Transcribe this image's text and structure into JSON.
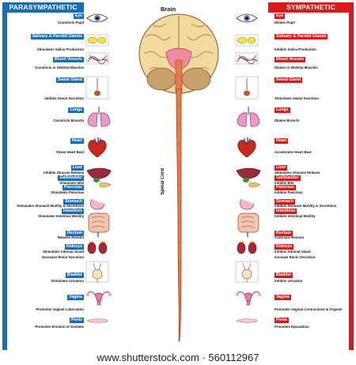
{
  "panels": {
    "left_title": "PARASYMPATHETIC",
    "right_title": "SYMPATHETIC",
    "left_color": "#1a6db3",
    "right_color": "#d81a1a"
  },
  "center": {
    "brain_label": "Brain",
    "spinal_label": "Spinal Cord"
  },
  "parasympathetic": [
    {
      "tag": "Eye",
      "desc": "Constricts Pupil"
    },
    {
      "tag": "Salivary & Parotid Glands",
      "desc": "Stimulates Saliva Production"
    },
    {
      "tag": "Blood Vessels",
      "desc": "Constricts in Skeletal Muscles"
    },
    {
      "tag": "Sweat Gland",
      "desc": "Inhibits Sweat Secretion"
    },
    {
      "tag": "Lungs",
      "desc": "Constricts Bronchi"
    },
    {
      "tag": "Heart",
      "desc": "Slows Heart Beat"
    },
    {
      "tag": "Liver",
      "desc": "Inhibits Glucose Release"
    },
    {
      "tag": "Gallbladder",
      "desc": "Stimulates Bile"
    },
    {
      "tag": "Pancreas",
      "desc": "Stimulates Pancreas"
    },
    {
      "tag": "Stomach",
      "desc": "Stimulates Stomach Motility & Secretions"
    },
    {
      "tag": "Intestines",
      "desc": "Stimulates Intestinal Motility"
    },
    {
      "tag": "Rectum",
      "desc": "Relaxes Rectum"
    },
    {
      "tag": "Kidneys",
      "desc": "Stimulates Adrenal Gland"
    },
    {
      "tag": "",
      "desc": "Decrease Renin Secretion"
    },
    {
      "tag": "Bladder",
      "desc": "Stimulates Urination"
    },
    {
      "tag": "Vagina",
      "desc": "Promotes Vaginal Lubrication"
    },
    {
      "tag": "Penis",
      "desc": "Promotes Erection of Genitals"
    }
  ],
  "sympathetic": [
    {
      "tag": "Eye",
      "desc": "Dilates Pupil"
    },
    {
      "tag": "Salivary & Parotid Glands",
      "desc": "Inhibits Saliva Production"
    },
    {
      "tag": "Blood Vessels",
      "desc": "Dilates in Skeletal Muscles"
    },
    {
      "tag": "Sweat Gland",
      "desc": "Stimulates Sweat Secretion"
    },
    {
      "tag": "Lungs",
      "desc": "Dilates Bronchi"
    },
    {
      "tag": "Heart",
      "desc": "Accelerates Heart Beat"
    },
    {
      "tag": "Liver",
      "desc": "Stimulates Glucose Release"
    },
    {
      "tag": "Gallbladder",
      "desc": "Inhibits Bile"
    },
    {
      "tag": "Pancreas",
      "desc": "Inhibits Pancreas"
    },
    {
      "tag": "Stomach",
      "desc": "Inhibits Stomach Motility & Secretions"
    },
    {
      "tag": "Intestines",
      "desc": "Inhibits Intestinal Motility"
    },
    {
      "tag": "Rectum",
      "desc": "Contracts Rectum"
    },
    {
      "tag": "Kidneys",
      "desc": "Inhibits Adrenal Gland"
    },
    {
      "tag": "",
      "desc": "Increase Renin Secretion"
    },
    {
      "tag": "Bladder",
      "desc": "Inhibits Urination"
    },
    {
      "tag": "Vagina",
      "desc": "Promotes Vaginal Contractions & Orgasm"
    },
    {
      "tag": "Penis",
      "desc": "Promotes Ejaculation"
    }
  ],
  "organ_icons": [
    "eye-icon",
    "salivary-gland-icon",
    "blood-vessels-icon",
    "sweat-gland-icon",
    "lungs-icon",
    "heart-icon",
    "liver-icon",
    "stomach-intestines-icon",
    "kidneys-icon",
    "bladder-icon",
    "uterus-icon",
    "penis-icon"
  ],
  "watermark": "www.shutterstock.com · 560112967"
}
